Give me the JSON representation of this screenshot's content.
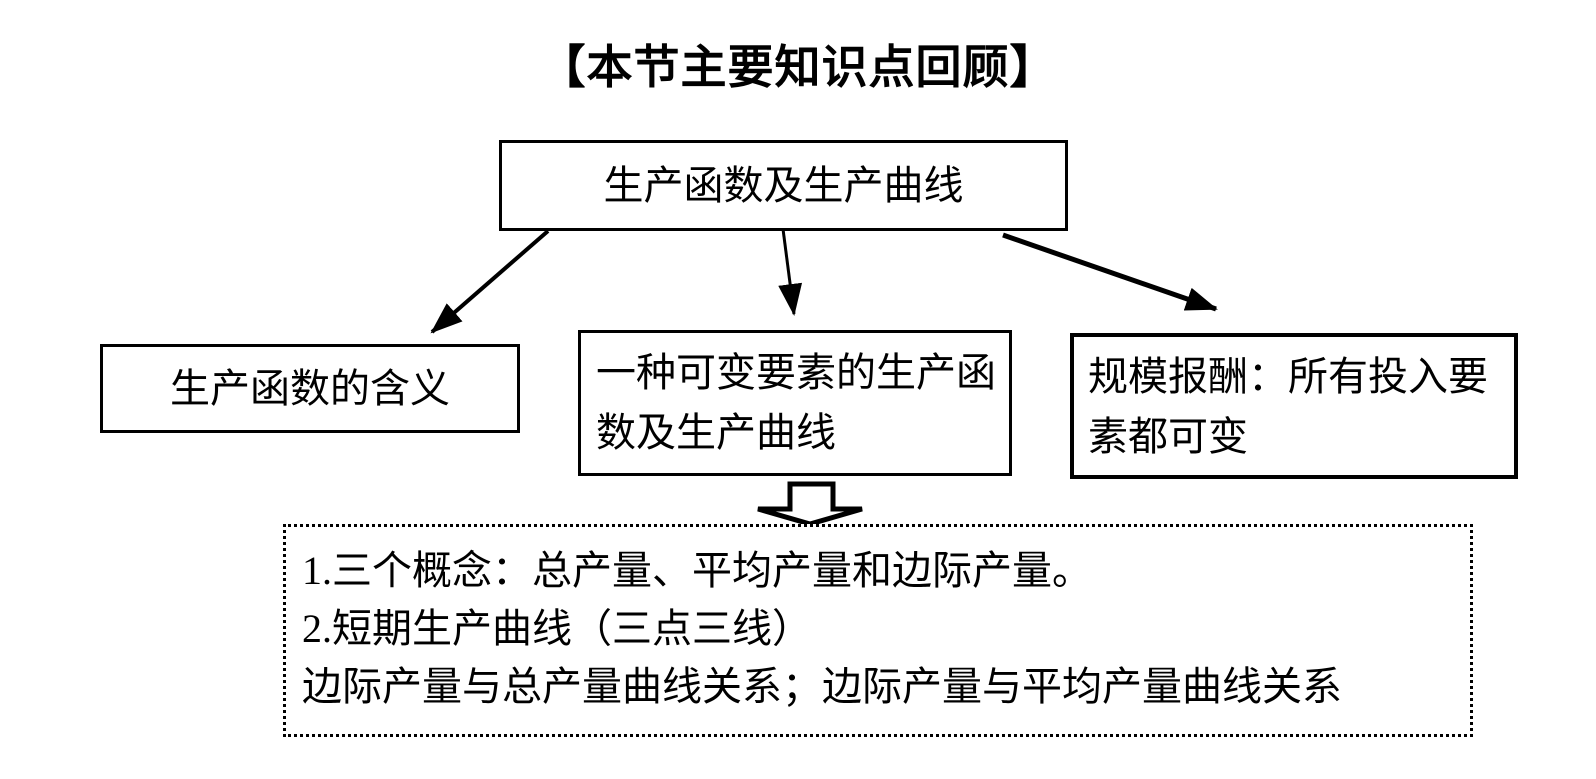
{
  "title": "【本节主要知识点回顾】",
  "diagram": {
    "root_box": {
      "label": "生产函数及生产曲线"
    },
    "branches": [
      {
        "label": "生产函数的含义"
      },
      {
        "label": "一种可变要素的生产函数及生产曲线"
      },
      {
        "label": "规模报酬：所有投入要素都可变"
      }
    ],
    "detail_box": {
      "lines": [
        "1.三个概念：总产量、平均产量和边际产量。",
        "2.短期生产曲线（三点三线）",
        "边际产量与总产量曲线关系；边际产量与平均产量曲线关系"
      ]
    }
  },
  "colors": {
    "ink": "#000000",
    "background": "#ffffff"
  }
}
